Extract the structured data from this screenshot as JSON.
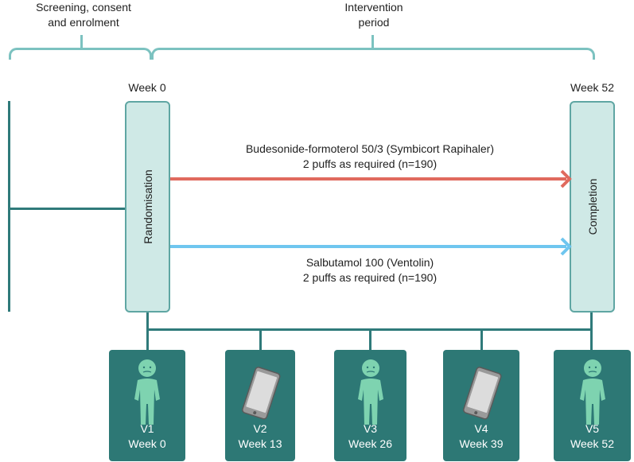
{
  "phases": {
    "screening": [
      "Screening, consent",
      "and enrolment"
    ],
    "intervention": [
      "Intervention",
      "period"
    ]
  },
  "timepoints": {
    "start": "Week 0",
    "end": "Week 52"
  },
  "boxes": {
    "randomisation": "Randomisation",
    "completion": "Completion"
  },
  "arms": [
    {
      "line1": "Budesonide-formoterol 50/3 (Symbicort Rapihaler)",
      "line2": "2 puffs as required (n=190)",
      "color": "#e06a5e"
    },
    {
      "line1": "Salbutamol 100 (Ventolin)",
      "line2": "2 puffs as required (n=190)",
      "color": "#6fc6ef"
    }
  ],
  "visits": [
    {
      "id": "V1",
      "week": "Week 0",
      "icon": "person-icon"
    },
    {
      "id": "V2",
      "week": "Week 13",
      "icon": "phone-icon"
    },
    {
      "id": "V3",
      "week": "Week 26",
      "icon": "person-icon"
    },
    {
      "id": "V4",
      "week": "Week 39",
      "icon": "phone-icon"
    },
    {
      "id": "V5",
      "week": "Week 52",
      "icon": "person-icon"
    }
  ],
  "colors": {
    "teal_dark": "#2d7875",
    "teal_light": "#7cc2c0",
    "box_fill": "#cfe9e6",
    "arm_red": "#e06a5e",
    "arm_blue": "#6fc6ef"
  }
}
